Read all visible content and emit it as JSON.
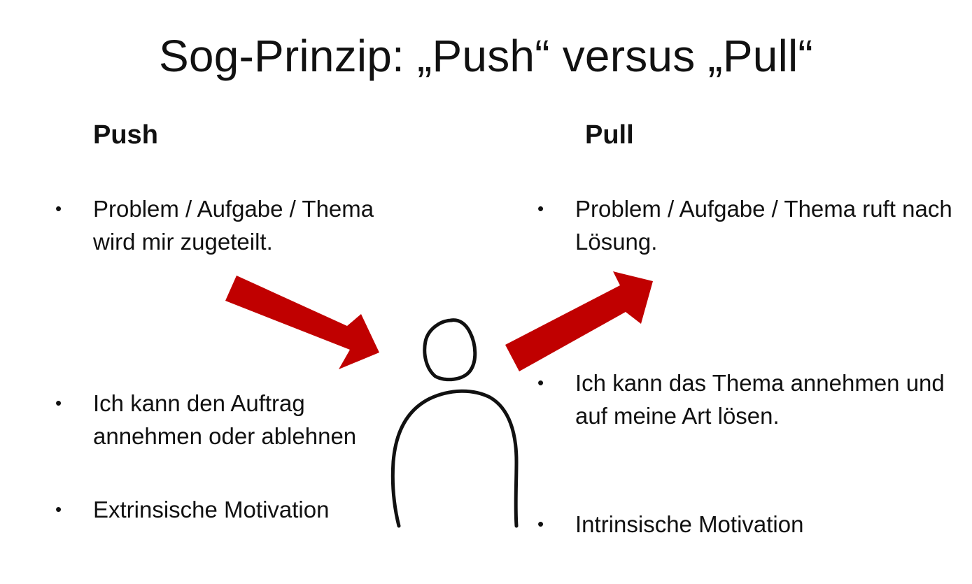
{
  "title": "Sog-Prinzip: „Push“ versus „Pull“",
  "push": {
    "heading": "Push",
    "bullets": [
      "Problem / Aufgabe / Thema wird mir zugeteilt.",
      "Ich kann den Auftrag annehmen oder ablehnen",
      "Extrinsische Motivation"
    ]
  },
  "pull": {
    "heading": "Pull",
    "bullets": [
      "Problem / Aufgabe / Thema ruft nach Lösung.",
      "Ich kann das Thema annehmen und auf meine Art lösen.",
      "Intrinsische Motivation"
    ]
  },
  "bullet_glyph": "•",
  "colors": {
    "arrow": "#c00000",
    "text": "#111111",
    "figure_stroke": "#111111"
  },
  "icons": {
    "push_arrow": "arrow-down-right-icon",
    "pull_arrow": "arrow-up-right-icon",
    "person": "person-sketch-icon"
  }
}
